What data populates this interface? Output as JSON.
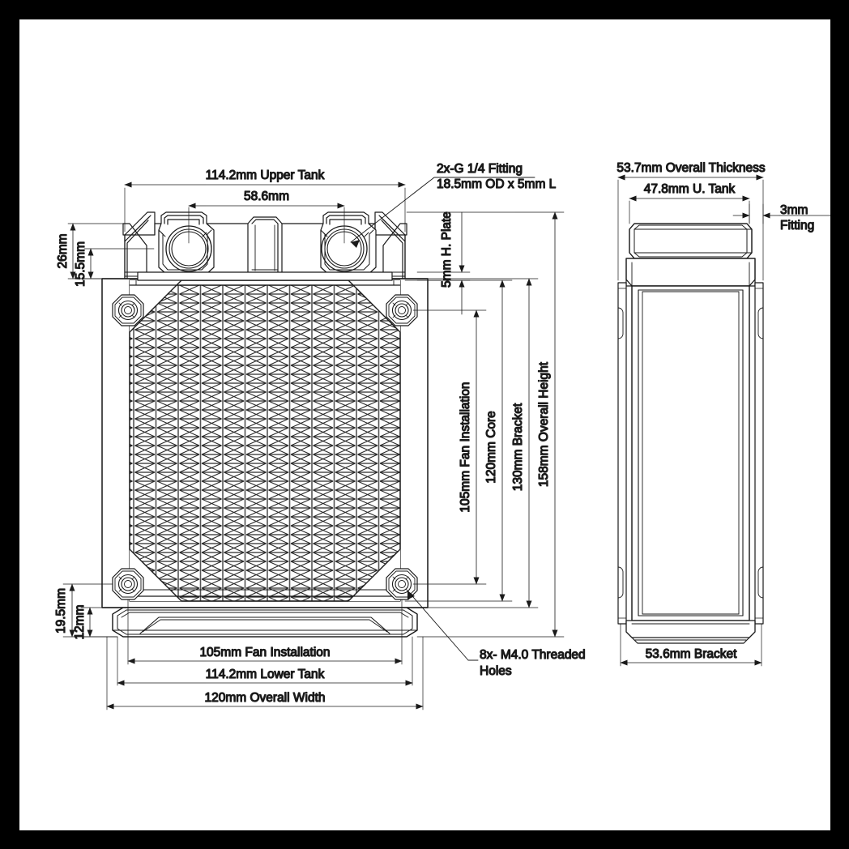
{
  "drawing": {
    "title": "Radiator Technical Dimension Drawing",
    "line_color": "#1a1a1a",
    "background_color": "#ffffff",
    "border_color": "#000000"
  },
  "front_view": {
    "name": "front-view",
    "dimensions": {
      "upper_tank_width": "114.2mm Upper Tank",
      "port_spacing": "58.6mm",
      "upper_tank_height": "26mm",
      "header_offset": "15.5mm",
      "lower_bracket_height": "19.5mm",
      "lower_tank_height": "12mm",
      "fan_installation_width": "105mm Fan Installation",
      "lower_tank_width": "114.2mm Lower Tank",
      "overall_width": "120mm Overall Width",
      "fan_installation_height": "105mm Fan Installation",
      "core_height": "120mm Core",
      "bracket_height": "130mm Bracket",
      "overall_height": "158mm Overall Height",
      "header_plate": "5mm H. Plate"
    },
    "callouts": {
      "fitting_line1": "2x-G 1/4 Fitting",
      "fitting_line2": "18.5mm OD x 5mm L",
      "threaded_holes_line1": "8x- M4.0 Threaded",
      "threaded_holes_line2": "Holes"
    }
  },
  "side_view": {
    "name": "side-view",
    "dimensions": {
      "overall_thickness": "53.7mm Overall Thickness",
      "upper_tank_thickness": "47.8mm U. Tank",
      "fitting_line1": "3mm",
      "fitting_line2": "Fitting",
      "bracket_thickness": "53.6mm Bracket"
    }
  }
}
